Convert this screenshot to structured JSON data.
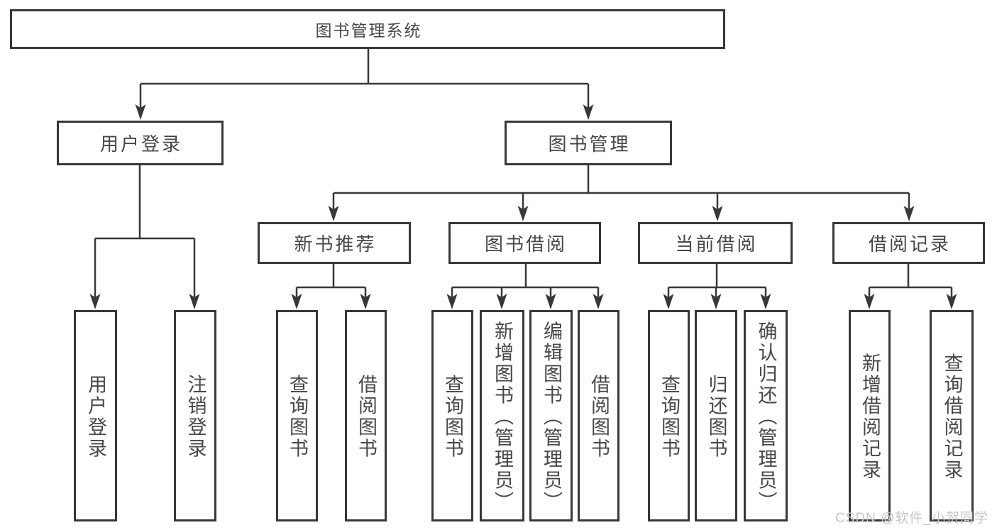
{
  "diagram": {
    "root": {
      "label": "图书管理系统"
    },
    "branches": [
      {
        "label": "用户登录",
        "children": [
          {
            "label": "用户登录"
          },
          {
            "label": "注销登录"
          }
        ]
      },
      {
        "label": "图书管理",
        "children": [
          {
            "label": "新书推荐",
            "children": [
              {
                "label": "查询图书"
              },
              {
                "label": "借阅图书"
              }
            ]
          },
          {
            "label": "图书借阅",
            "children": [
              {
                "label": "查询图书"
              },
              {
                "label": "新增图书（管理员）"
              },
              {
                "label": "编辑图书（管理员）"
              },
              {
                "label": "借阅图书"
              }
            ]
          },
          {
            "label": "当前借阅",
            "children": [
              {
                "label": "查询图书"
              },
              {
                "label": "归还图书"
              },
              {
                "label": "确认归还（管理员）"
              }
            ]
          },
          {
            "label": "借阅记录",
            "children": [
              {
                "label": "新增借阅记录"
              },
              {
                "label": "查询借阅记录"
              }
            ]
          }
        ]
      }
    ],
    "watermark": {
      "label": "CSDN @软件_小贺同学"
    },
    "colors": {
      "line": "#383838",
      "text": "#474747",
      "watermark": "#c6c6c6",
      "background": "#ffffff"
    }
  }
}
